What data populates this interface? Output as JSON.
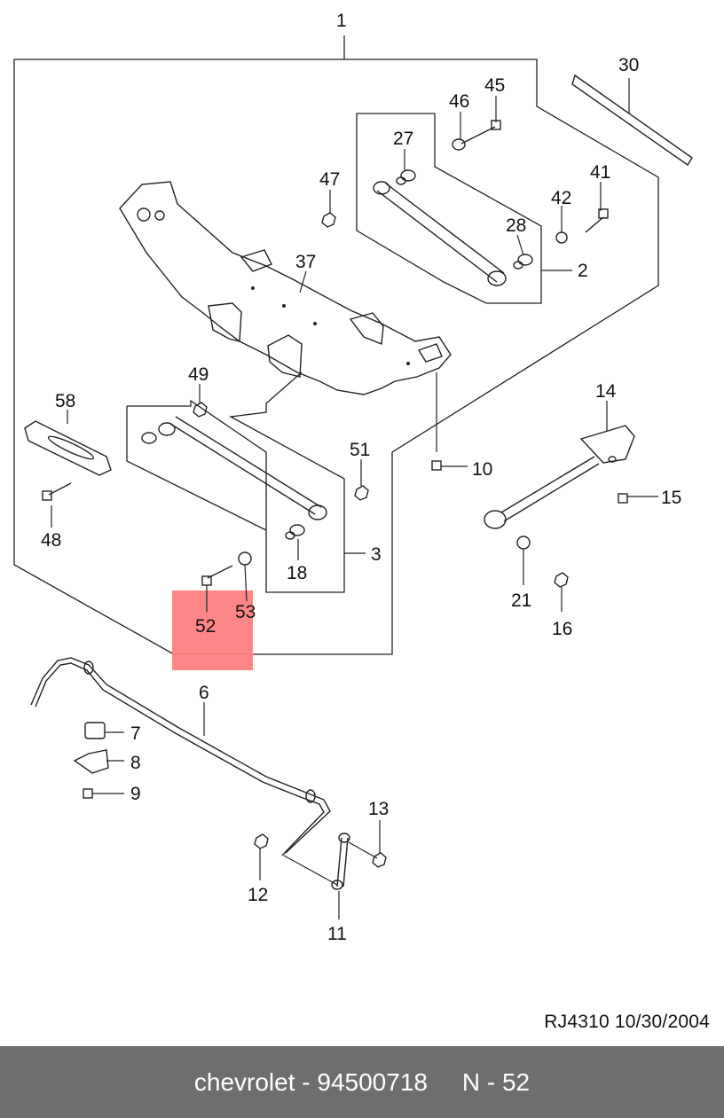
{
  "callouts": {
    "c1": "1",
    "c2": "2",
    "c3": "3",
    "c6": "6",
    "c7": "7",
    "c8": "8",
    "c9": "9",
    "c10": "10",
    "c11": "11",
    "c12": "12",
    "c13": "13",
    "c14": "14",
    "c15": "15",
    "c16": "16",
    "c18": "18",
    "c21": "21",
    "c27": "27",
    "c28": "28",
    "c30": "30",
    "c37": "37",
    "c41": "41",
    "c42": "42",
    "c45": "45",
    "c46": "46",
    "c47": "47",
    "c48": "48",
    "c49": "49",
    "c51": "51",
    "c52": "52",
    "c53": "53",
    "c58": "58"
  },
  "highlight": {
    "part_number": "52",
    "color": "#ff8080"
  },
  "footer_ref": "RJ4310  10/30/2004",
  "bottom_bar": {
    "text": "chevrolet - 94500718     N - 52",
    "background": "#6e6e6e"
  }
}
